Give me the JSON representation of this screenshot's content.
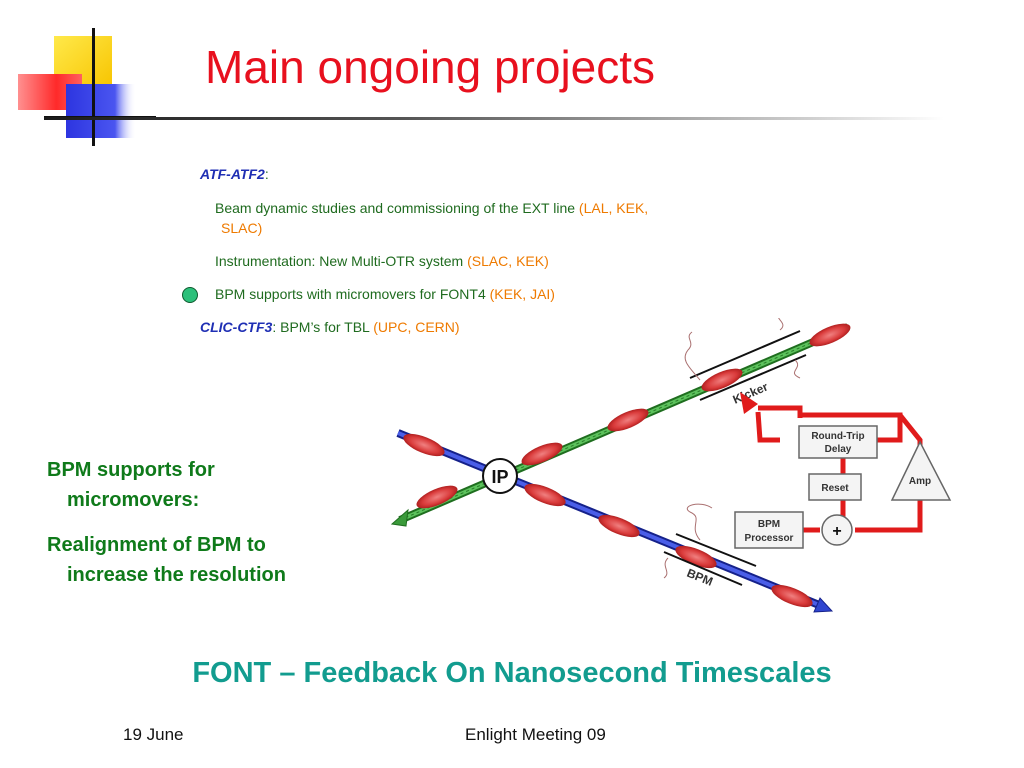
{
  "slide": {
    "title": "Main ongoing projects",
    "atf": {
      "heading": "ATF-ATF2",
      "heading_suffix": ":",
      "item1_text": "Beam dynamic studies and commissioning of the EXT line",
      "item1_labs_a": "(LAL, KEK,",
      "item1_labs_b": "SLAC)",
      "item2_text": "Instrumentation: New Multi-OTR system",
      "item2_labs": "(SLAC, KEK)",
      "item3_text": "BPM supports with micromovers for FONT4",
      "item3_labs": "(KEK, JAI)"
    },
    "clic": {
      "heading": "CLIC-CTF3",
      "heading_suffix": ":",
      "text": "BPM’s for TBL",
      "labs": "(UPC, CERN)"
    },
    "left_notes": {
      "line1a": "BPM supports for",
      "line1b": "micromovers:",
      "line2a": "Realignment of BPM to",
      "line2b": "increase the resolution"
    },
    "diagram": {
      "kicker": "Kicker",
      "ip": "IP",
      "round_trip_a": "Round-Trip",
      "round_trip_b": "Delay",
      "reset": "Reset",
      "amp": "Amp",
      "bpm_processor_a": "BPM",
      "bpm_processor_b": "Processor",
      "plus": "+",
      "bpm": "BPM"
    },
    "font_title": "FONT – Feedback On Nanosecond Timescales",
    "footer": {
      "date": "19 June",
      "meeting": "Enlight Meeting 09"
    }
  }
}
